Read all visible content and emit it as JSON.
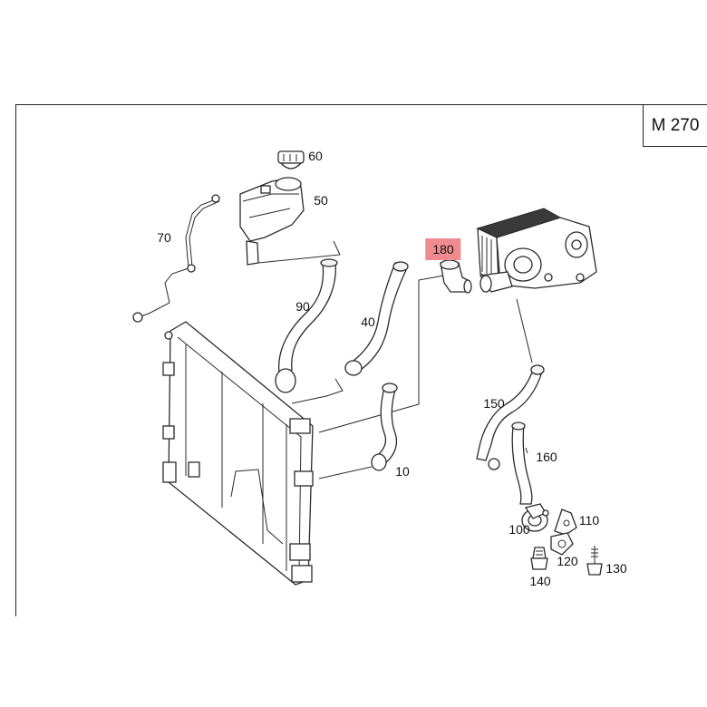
{
  "engine_code": "M 270",
  "callouts": [
    {
      "id": "60",
      "label": "60"
    },
    {
      "id": "50",
      "label": "50"
    },
    {
      "id": "70",
      "label": "70"
    },
    {
      "id": "90",
      "label": "90"
    },
    {
      "id": "40",
      "label": "40"
    },
    {
      "id": "180",
      "label": "180",
      "highlighted": true
    },
    {
      "id": "10",
      "label": "10"
    },
    {
      "id": "150",
      "label": "150"
    },
    {
      "id": "160",
      "label": "160"
    },
    {
      "id": "100",
      "label": "100"
    },
    {
      "id": "110",
      "label": "110"
    },
    {
      "id": "120",
      "label": "120"
    },
    {
      "id": "130",
      "label": "130"
    },
    {
      "id": "140",
      "label": "140"
    }
  ],
  "colors": {
    "highlight": "#f08a8f",
    "line": "#2a2a2a",
    "background": "#ffffff"
  }
}
